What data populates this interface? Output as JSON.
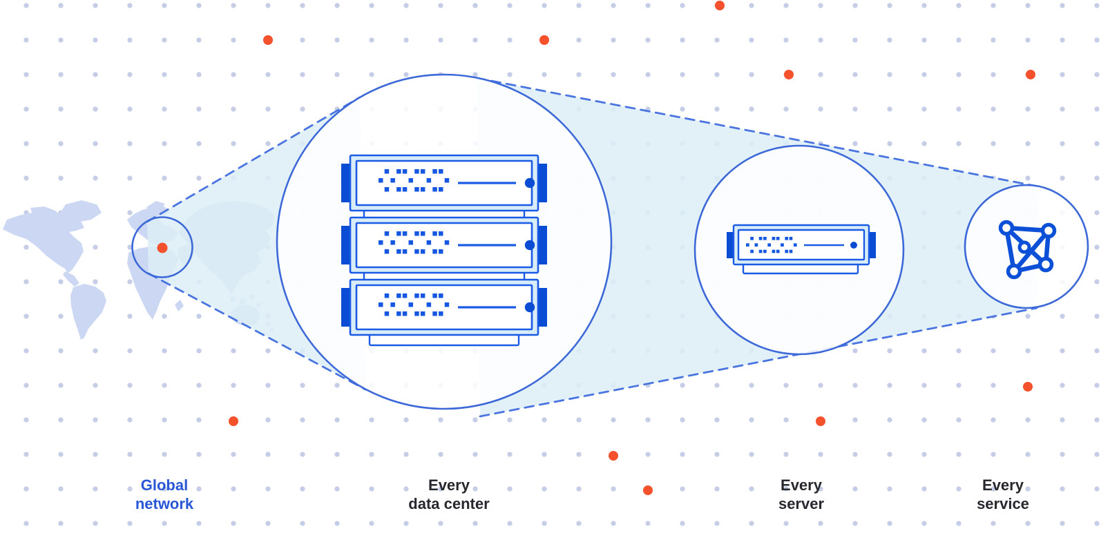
{
  "diagram": {
    "title_visible_text_only": true,
    "stages": [
      {
        "id": "global-network",
        "label_line1": "Global",
        "label_line2": "network"
      },
      {
        "id": "every-data-center",
        "label_line1": "Every",
        "label_line2": "data center"
      },
      {
        "id": "every-server",
        "label_line1": "Every",
        "label_line2": "server"
      },
      {
        "id": "every-service",
        "label_line1": "Every",
        "label_line2": "service"
      }
    ],
    "icons": [
      "world-map",
      "map-highlight-circle",
      "location-dot",
      "zoom-cone",
      "dashed-guide-line",
      "data-center-circle",
      "server-rack-icon",
      "server-unit-icon",
      "server-circle",
      "single-server-icon",
      "service-circle",
      "network-mesh-icon",
      "grid-dot",
      "orange-grid-dot"
    ],
    "colors": {
      "accent_blue_stroke": "#3c68d8",
      "dashed_line_blue": "#4a74df",
      "server_border_blue": "#1a5ae4",
      "server_dark_blue": "#0a4cd4",
      "pattern_square_blue": "#1557e0",
      "server_light_fill": "#d8edf8",
      "cone_light_cyan": "#dceff6",
      "map_fill": "#ccd8f3",
      "grid_dot_gray": "#c5cee6",
      "orange_dot": "#f5512d",
      "label_dark": "#26282d",
      "label_blue": "#2857d6"
    }
  }
}
